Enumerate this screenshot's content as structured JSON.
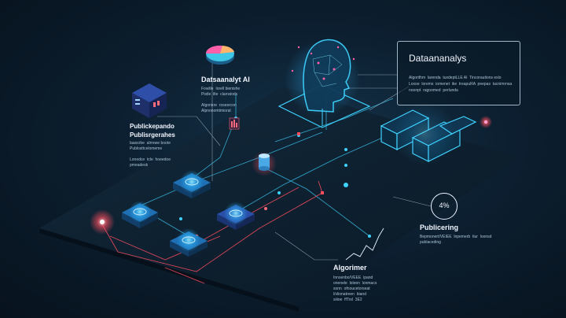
{
  "callout": {
    "title": "Dataananalys",
    "body": "Algorithm  larenda  tuxdeptLLE AI  Tincorautions eslo\nLoxoe  lorems  iomenet  ike  treapuRA  peepas  tacnimrnsa\nnoonpt  ragoomed  perlunda"
  },
  "ai_label": {
    "title": "Datsaanalyt AI",
    "lines": "Fowlile  Iorell bienishe\nPistle  ilte  clarratods\n\nAlgoriere  rosesrcon\nAlpnonomtmiorat"
  },
  "public_label": {
    "title1": "Publickepando",
    "title2": "Publisrgerahes",
    "lines": "laassrbe  alrrewe boote\nPublosttcelomeme\n\nLonedce  tcle  hoeedoe\npmeadesk"
  },
  "percent": {
    "value": "4%"
  },
  "publicering": {
    "title": "Publicering",
    "lines": "Bepmonert/VEIEE  lnpemerb  tiur  loonsd\npublaceding"
  },
  "algorimer": {
    "title": "Algorimer",
    "lines": "Innsenbo/VEEE  ipand\nonenele  loleen  lonmacs\nsonn  ofnoucetorseat\nl/vlionatreen  biand\nsiiioe  ffTrsl  3E2"
  },
  "colors": {
    "accent_cyan": "#3fd3ff",
    "accent_red": "#ff4d5e",
    "accent_pink": "#ff5fa8",
    "panel": "#173a50"
  },
  "icons": [
    "server-icon",
    "pie-chart-icon",
    "ai-head-icon",
    "bar-chart-icon",
    "database-icon",
    "trend-line-icon",
    "percent-icon"
  ]
}
